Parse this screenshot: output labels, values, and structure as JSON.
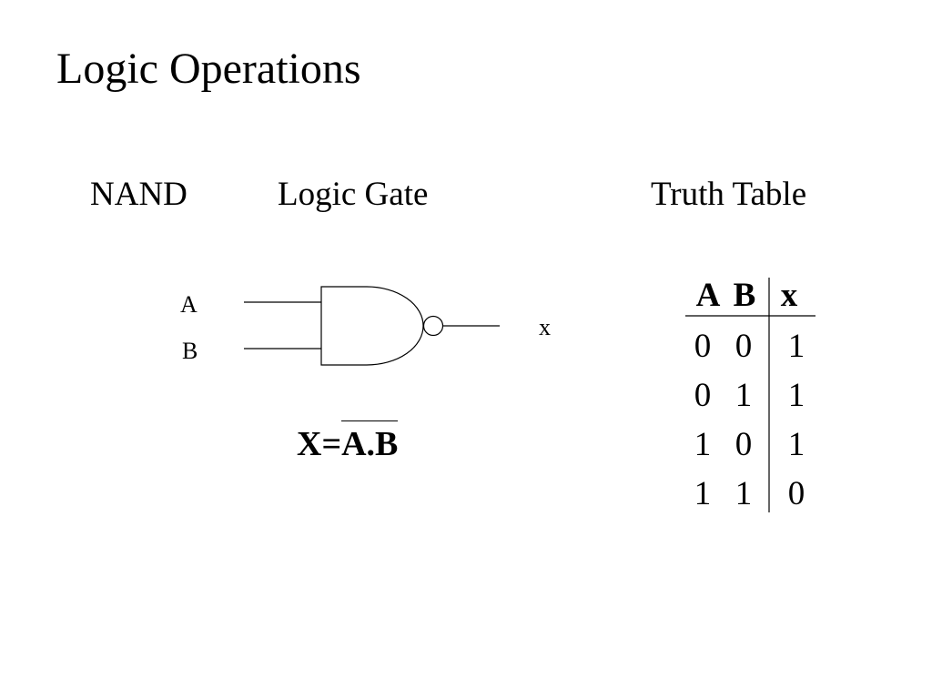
{
  "slide": {
    "title": "Logic Operations",
    "subheadings": {
      "gate_name": "NAND",
      "logic_gate": "Logic Gate",
      "truth_table": "Truth Table"
    }
  },
  "gate": {
    "type": "NAND",
    "input_a": "A",
    "input_b": "B",
    "output": "x"
  },
  "equation": {
    "lhs": "X=",
    "overlined": "A.B"
  },
  "truth_table": {
    "headers": [
      "A",
      "B",
      "x"
    ],
    "rows": [
      [
        "0",
        "0",
        "1"
      ],
      [
        "0",
        "1",
        "1"
      ],
      [
        "1",
        "0",
        "1"
      ],
      [
        "1",
        "1",
        "0"
      ]
    ]
  }
}
